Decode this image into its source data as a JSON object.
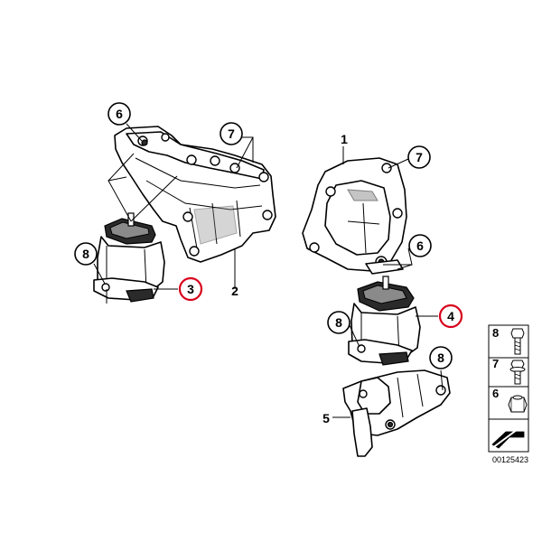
{
  "callouts": {
    "c6_top": "6",
    "c7_top": "7",
    "c8_left": "8",
    "c3": "3",
    "c2": "2",
    "c1": "1",
    "c7_right": "7",
    "c6_right": "6",
    "c4": "4",
    "c8_mid": "8",
    "c8_low": "8",
    "c5": "5"
  },
  "legend": {
    "items": [
      "8",
      "7",
      "6"
    ]
  },
  "reference_number": "00125423",
  "colors": {
    "highlight": "#d9001b",
    "line": "#000000"
  },
  "icons": [
    "hex-bolt-icon",
    "flange-bolt-icon",
    "hex-nut-icon",
    "gasket-arrow-icon"
  ]
}
